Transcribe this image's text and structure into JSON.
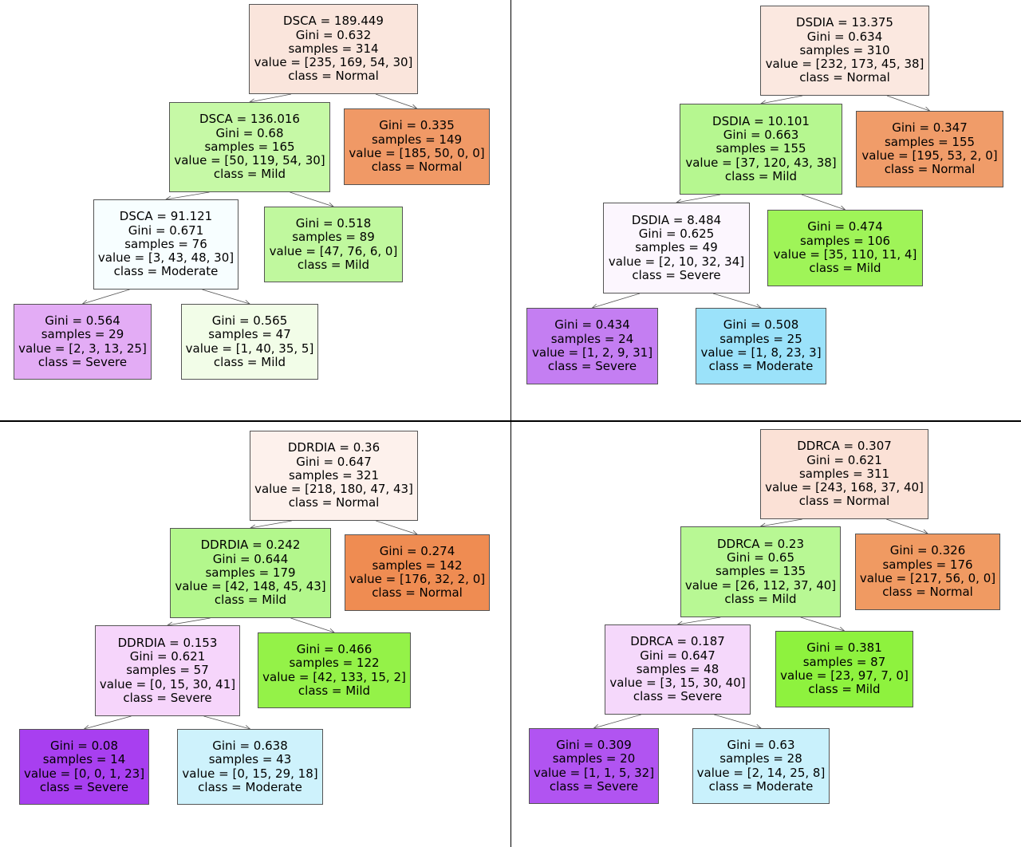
{
  "trees": [
    {
      "nodes": [
        {
          "color": "#fae5dc",
          "lines": [
            "DSCA = 189.449",
            "Gini = 0.632",
            "samples = 314",
            "value = [235, 169, 54, 30]",
            "class = Normal"
          ]
        },
        {
          "color": "#c6f9a6",
          "lines": [
            "DSCA = 136.016",
            "Gini = 0.68",
            "samples = 165",
            "value = [50, 119, 54, 30]",
            "class = Mild"
          ]
        },
        {
          "color": "#f09966",
          "lines": [
            "Gini = 0.335",
            "samples = 149",
            "value = [185, 50, 0, 0]",
            "class = Normal"
          ]
        },
        {
          "color": "#f7feff",
          "lines": [
            "DSCA = 91.121",
            "Gini = 0.671",
            "samples = 76",
            "value = [3, 43, 48, 30]",
            "class = Moderate"
          ]
        },
        {
          "color": "#c0f89e",
          "lines": [
            "Gini = 0.518",
            "samples = 89",
            "value = [47, 76, 6, 0]",
            "class = Mild"
          ]
        },
        {
          "color": "#e3acf5",
          "lines": [
            "Gini = 0.564",
            "samples = 29",
            "value = [2, 3, 13, 25]",
            "class = Severe"
          ]
        },
        {
          "color": "#f2fde8",
          "lines": [
            "Gini = 0.565",
            "samples = 47",
            "value = [1, 40, 35, 5]",
            "class = Mild"
          ]
        }
      ]
    },
    {
      "nodes": [
        {
          "color": "#fbe8e0",
          "lines": [
            "DSDIA = 13.375",
            "Gini = 0.634",
            "samples = 310",
            "value = [232, 173, 45, 38]",
            "class = Normal"
          ]
        },
        {
          "color": "#b6f790",
          "lines": [
            "DSDIA = 10.101",
            "Gini = 0.663",
            "samples = 155",
            "value = [37, 120, 43, 38]",
            "class = Mild"
          ]
        },
        {
          "color": "#f09c69",
          "lines": [
            "Gini = 0.347",
            "samples = 155",
            "value = [195, 53, 2, 0]",
            "class = Normal"
          ]
        },
        {
          "color": "#fcf6fe",
          "lines": [
            "DSDIA = 8.484",
            "Gini = 0.625",
            "samples = 49",
            "value = [2, 10, 32, 34]",
            "class = Severe"
          ]
        },
        {
          "color": "#9ff458",
          "lines": [
            "Gini = 0.474",
            "samples = 106",
            "value = [35, 110, 11, 4]",
            "class = Mild"
          ]
        },
        {
          "color": "#c47ef2",
          "lines": [
            "Gini = 0.434",
            "samples = 24",
            "value = [1, 2, 9, 31]",
            "class = Severe"
          ]
        },
        {
          "color": "#9be2fa",
          "lines": [
            "Gini = 0.508",
            "samples = 25",
            "value = [1, 8, 23, 3]",
            "class = Moderate"
          ]
        }
      ]
    },
    {
      "nodes": [
        {
          "color": "#fdf1ec",
          "lines": [
            "DDRDIA = 0.36",
            "Gini = 0.647",
            "samples = 321",
            "value = [218, 180, 47, 43]",
            "class = Normal"
          ]
        },
        {
          "color": "#b3f78c",
          "lines": [
            "DDRDIA = 0.242",
            "Gini = 0.644",
            "samples = 179",
            "value = [42, 148, 45, 43]",
            "class = Mild"
          ]
        },
        {
          "color": "#ef8c52",
          "lines": [
            "Gini = 0.274",
            "samples = 142",
            "value = [176, 32, 2, 0]",
            "class = Normal"
          ]
        },
        {
          "color": "#f6d5fb",
          "lines": [
            "DDRDIA = 0.153",
            "Gini = 0.621",
            "samples = 57",
            "value = [0, 15, 30, 41]",
            "class = Severe"
          ]
        },
        {
          "color": "#94f248",
          "lines": [
            "Gini = 0.466",
            "samples = 122",
            "value = [42, 133, 15, 2]",
            "class = Mild"
          ]
        },
        {
          "color": "#a83ff0",
          "lines": [
            "Gini = 0.08",
            "samples = 14",
            "value = [0, 0, 1, 23]",
            "class = Severe"
          ]
        },
        {
          "color": "#cef2fc",
          "lines": [
            "Gini = 0.638",
            "samples = 43",
            "value = [0, 15, 29, 18]",
            "class = Moderate"
          ]
        }
      ]
    },
    {
      "nodes": [
        {
          "color": "#fbe1d6",
          "lines": [
            "DDRCA = 0.307",
            "Gini = 0.621",
            "samples = 311",
            "value = [243, 168, 37, 40]",
            "class = Normal"
          ]
        },
        {
          "color": "#b8f894",
          "lines": [
            "DDRCA = 0.23",
            "Gini = 0.65",
            "samples = 135",
            "value = [26, 112, 37, 40]",
            "class = Mild"
          ]
        },
        {
          "color": "#f09a62",
          "lines": [
            "Gini = 0.326",
            "samples = 176",
            "value = [217, 56, 0, 0]",
            "class = Normal"
          ]
        },
        {
          "color": "#f5d8fb",
          "lines": [
            "DDRCA = 0.187",
            "Gini = 0.647",
            "samples = 48",
            "value = [3, 15, 30, 40]",
            "class = Severe"
          ]
        },
        {
          "color": "#8ef23e",
          "lines": [
            "Gini = 0.381",
            "samples = 87",
            "value = [23, 97, 7, 0]",
            "class = Mild"
          ]
        },
        {
          "color": "#b154f1",
          "lines": [
            "Gini = 0.309",
            "samples = 20",
            "value = [1, 1, 5, 32]",
            "class = Severe"
          ]
        },
        {
          "color": "#c9f1fc",
          "lines": [
            "Gini = 0.63",
            "samples = 28",
            "value = [2, 14, 25, 8]",
            "class = Moderate"
          ]
        }
      ]
    }
  ]
}
